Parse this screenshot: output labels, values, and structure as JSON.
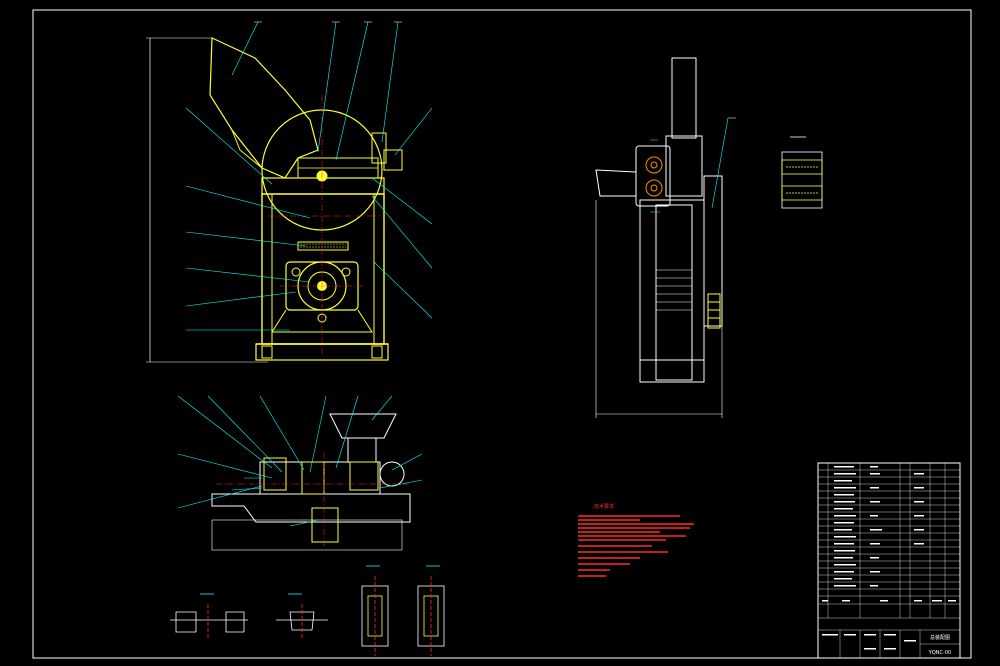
{
  "drawing": {
    "colors": {
      "background": "#000000",
      "frame": "#ffffff",
      "outline": "#ffff33",
      "leader": "#00ffff",
      "annotation": "#ff2a2a",
      "centerline": "#ff2a2a"
    },
    "title_block": {
      "drawing_name": "总装配图",
      "drawing_code": "YQNC-00"
    },
    "tech_requirements": {
      "heading": "技术要求"
    }
  }
}
